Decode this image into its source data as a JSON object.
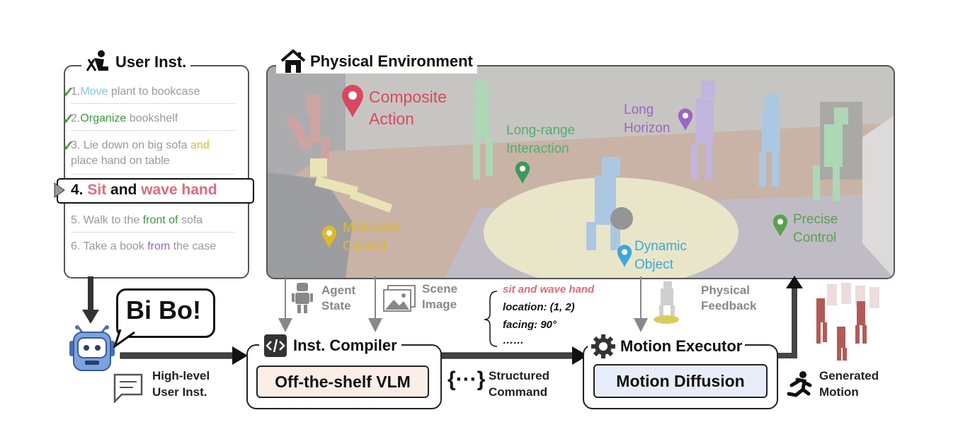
{
  "user_inst": {
    "title": "User Inst.",
    "items": [
      {
        "num": "1.",
        "parts": [
          "Move",
          " plant to bookcase"
        ]
      },
      {
        "num": "2.",
        "parts": [
          "Organize",
          " bookshelf"
        ]
      },
      {
        "num": "3.",
        "line1": [
          "Lie down on big sofa ",
          "and"
        ],
        "line2": "place hand on table"
      },
      {
        "num": "4.",
        "parts": [
          "Sit",
          " and ",
          "wave hand"
        ]
      },
      {
        "num": "5.",
        "parts": [
          "Walk to the ",
          "front of",
          " sofa"
        ]
      },
      {
        "num": "6.",
        "parts": [
          "Take a book ",
          "from",
          " the case"
        ]
      }
    ]
  },
  "env": {
    "title": "Physical Environment",
    "labels": {
      "composite": [
        "Composite",
        "Action"
      ],
      "long_range": [
        "Long-range",
        "Interaction"
      ],
      "long_horizon": [
        "Long",
        "Horizon"
      ],
      "multi_joint": [
        "Multi-joint",
        "Control"
      ],
      "dynamic": [
        "Dynamic",
        "Object"
      ],
      "precise": [
        "Precise",
        "Control"
      ]
    }
  },
  "robot": {
    "speech": "Bi Bo!"
  },
  "inputs": {
    "agent_state": [
      "Agent",
      "State"
    ],
    "scene_image": [
      "Scene",
      "Image"
    ],
    "physical_feedback": [
      "Physical",
      "Feedback"
    ],
    "high_level": [
      "High-level",
      "User Inst."
    ]
  },
  "compiler": {
    "title": "Inst. Compiler",
    "vlm": "Off-the-shelf VLM"
  },
  "structured": {
    "label": [
      "Structured",
      "Command"
    ],
    "braces": "{···}"
  },
  "command": {
    "line1": "sit and wave hand",
    "line2": "location:  (1, 2)",
    "line3": "facing:  90°",
    "line4": "……"
  },
  "executor": {
    "title": "Motion Executor",
    "diffusion": "Motion Diffusion"
  },
  "generated": [
    "Generated",
    "Motion"
  ],
  "colors": {
    "blue": "#7fc6e6",
    "green": "#3d9a3d",
    "yellow": "#e0b92a",
    "pink": "#e06a7a",
    "purple": "#9a66c6",
    "red_pin": "#d9485f",
    "vlm_bg": "#fbeee6",
    "diff_bg": "#e7eefa"
  }
}
